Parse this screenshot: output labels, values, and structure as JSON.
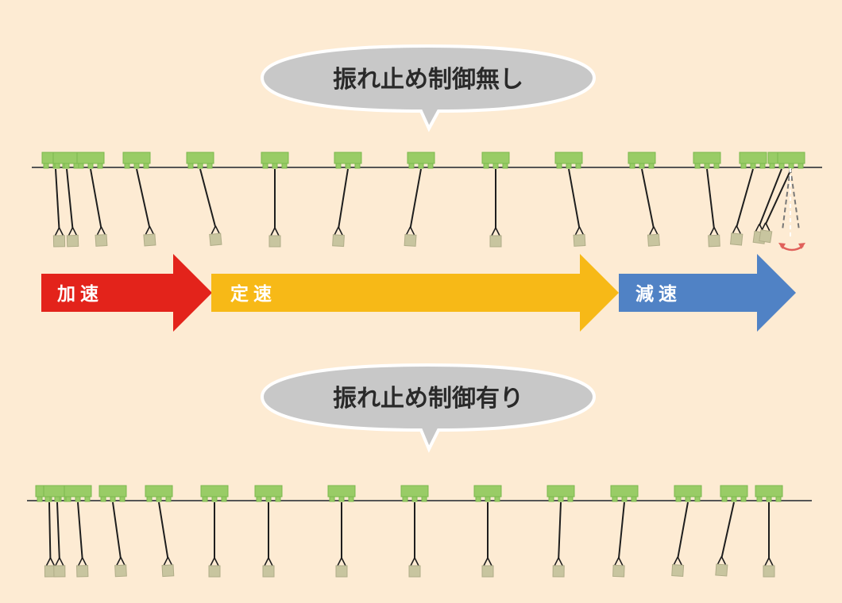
{
  "top_bubble": {
    "label": "振れ止め制御無し"
  },
  "bottom_bubble": {
    "label": "振れ止め制御有り"
  },
  "phases": [
    {
      "label": "加速",
      "color": "#e3231b"
    },
    {
      "label": "定速",
      "color": "#f7b917"
    },
    {
      "label": "減速",
      "color": "#5082c5"
    }
  ],
  "colors": {
    "background": "#fdebd3",
    "bubble_fill": "#c8c8c8",
    "bubble_stroke": "#ffffff",
    "trolley": "#99cc66",
    "trolley_edge": "#7ab84e",
    "load": "#c8c59f",
    "rail": "#555555",
    "swing_arc": "#e0605a"
  },
  "scenario_without_control": {
    "swing_angles_deg": [
      3,
      5,
      9,
      11,
      13,
      0,
      -8,
      -9,
      0,
      9,
      10,
      6,
      -14,
      -19,
      -22
    ]
  },
  "scenario_with_control": {
    "swing_angles_deg": [
      1,
      2,
      4,
      7,
      8,
      0,
      0,
      0,
      0,
      0,
      -2,
      -5,
      -9,
      -11,
      0
    ]
  }
}
